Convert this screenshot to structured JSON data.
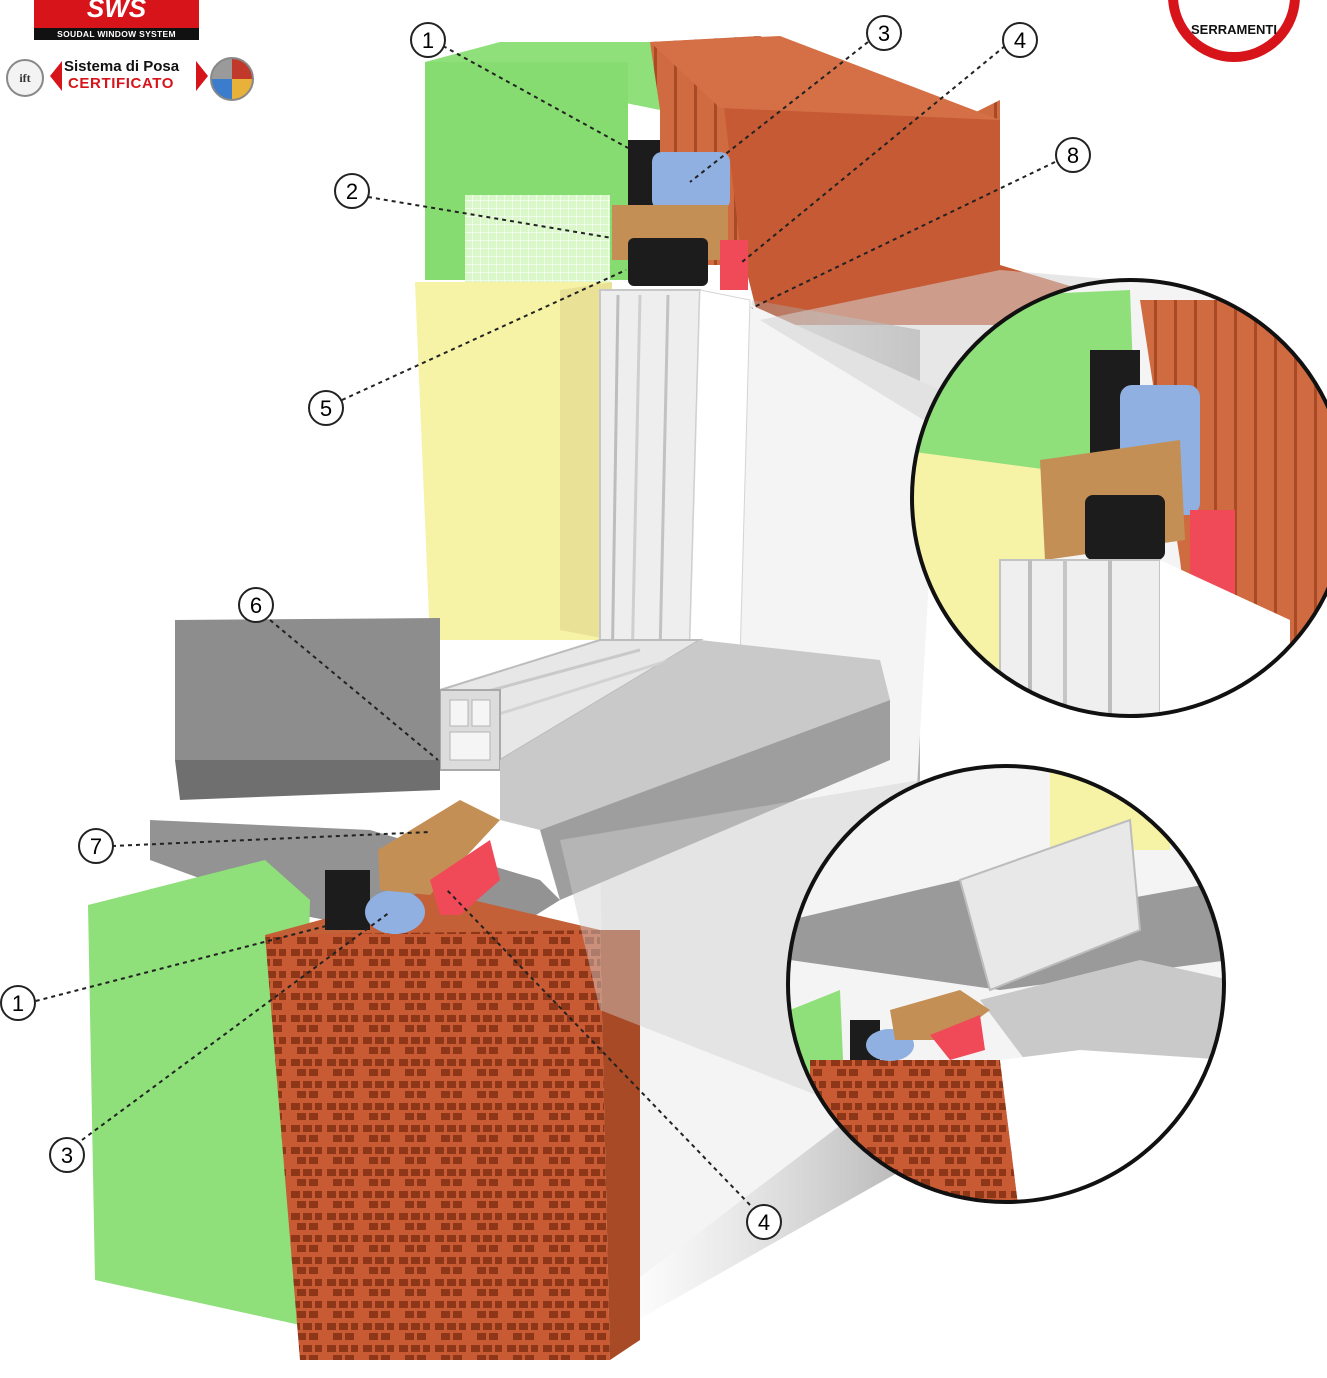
{
  "logos": {
    "sws_mark": "SWS",
    "sws_subtitle": "SOUDAL WINDOW SYSTEM",
    "ift": "ift",
    "posa_line1": "Sistema di Posa",
    "posa_line2": "CERTIFICATO",
    "serramenti": "SERRAMENTI"
  },
  "callouts": {
    "n1_top": "1",
    "n2": "2",
    "n3_top": "3",
    "n4_top": "4",
    "n5": "5",
    "n6": "6",
    "n7": "7",
    "n8": "8",
    "n1_bottom": "1",
    "n3_bottom": "3",
    "n4_bottom": "4"
  },
  "colors": {
    "insulation_green": "#8fe07a",
    "plaster_yellow": "#f6f2a6",
    "brick": "#c85a34",
    "foam_blue": "#8fb0e0",
    "wood_block": "#c48f55",
    "seal_black": "#1c1c1c",
    "bracket_red": "#f04a58",
    "sill_grey": "#8d8d8d",
    "pvc_white": "#f1f1f1",
    "callout_line": "#222222"
  }
}
